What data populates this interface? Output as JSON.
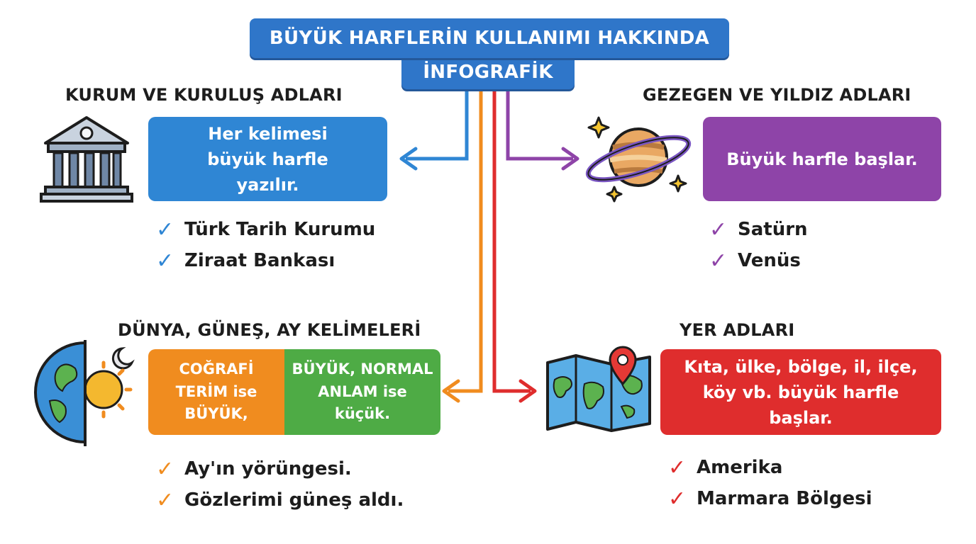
{
  "title": {
    "line1": "BÜYÜK HARFLERİN KULLANIMI HAKKINDA",
    "line2": "İNFOGRAFİK"
  },
  "colors": {
    "blue": "#2f86d4",
    "purple": "#8e44a8",
    "orange": "#f08c1f",
    "green": "#4eab45",
    "red": "#df2d2d",
    "title": "#2f76c9"
  },
  "sections": {
    "kurum": {
      "title": "KURUM VE KURULUŞ ADLARI",
      "rule": "Her kelimesi büyük harfle yazılır.",
      "icon": "institution-building-icon",
      "examples": [
        "Türk Tarih Kurumu",
        "Ziraat Bankası"
      ]
    },
    "gezegen": {
      "title": "GEZEGEN VE YILDIZ ADLARI",
      "rule": "Büyük harfle başlar.",
      "icon": "planet-saturn-icon",
      "examples": [
        "Satürn",
        "Venüs"
      ]
    },
    "dunya": {
      "title": "DÜNYA, GÜNEŞ, AY KELİMELERİ",
      "rule_left": "COĞRAFİ TERİM ise BÜYÜK,",
      "rule_right": "BÜYÜK, NORMAL ANLAM ise küçük.",
      "icon": "earth-sun-moon-icon",
      "examples": [
        "Ay'ın yörüngesi.",
        "Gözlerimi güneş aldı."
      ]
    },
    "yer": {
      "title": "YER ADLARI",
      "rule": "Kıta, ülke, bölge, il, ilçe, köy vb. büyük harfle başlar.",
      "icon": "map-pin-icon",
      "examples": [
        "Amerika",
        "Marmara Bölgesi"
      ]
    }
  }
}
